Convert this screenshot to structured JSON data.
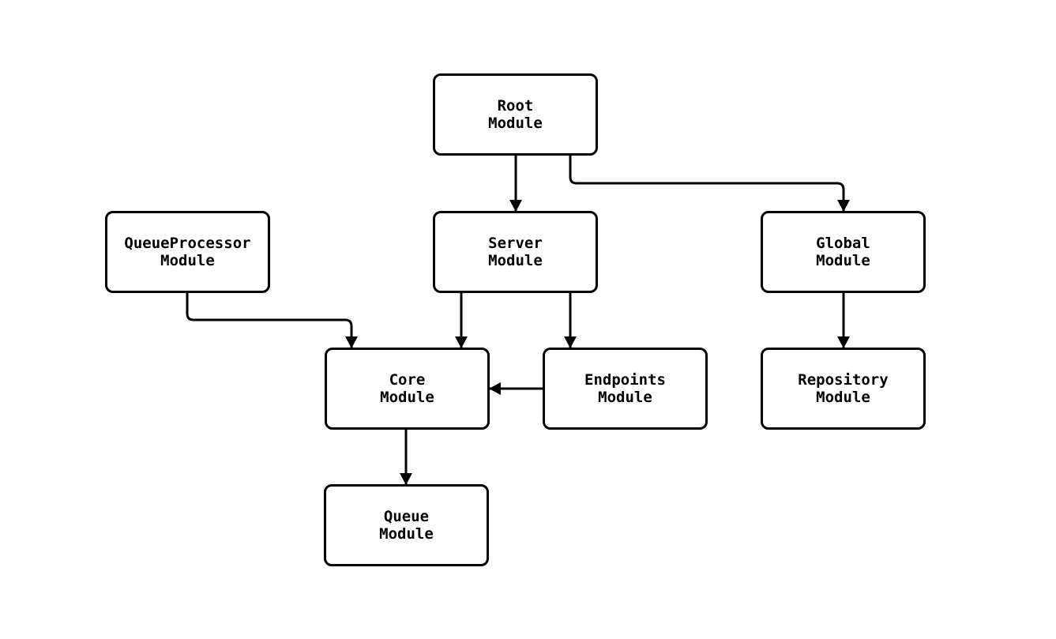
{
  "diagram": {
    "type": "module-dependency-flowchart",
    "background_color": "#ffffff",
    "stroke_color": "#000000",
    "node_fill_color": "#ffffff",
    "nodes": {
      "root": {
        "label": "Root\nModule"
      },
      "queueprocessor": {
        "label": "QueueProcessor\nModule"
      },
      "server": {
        "label": "Server\nModule"
      },
      "global": {
        "label": "Global\nModule"
      },
      "core": {
        "label": "Core\nModule"
      },
      "endpoints": {
        "label": "Endpoints\nModule"
      },
      "repository": {
        "label": "Repository\nModule"
      },
      "queue": {
        "label": "Queue\nModule"
      }
    },
    "edges": [
      {
        "from": "Root Module",
        "to": "Server Module"
      },
      {
        "from": "Root Module",
        "to": "Global Module"
      },
      {
        "from": "QueueProcessor Module",
        "to": "Core Module"
      },
      {
        "from": "Server Module",
        "to": "Core Module"
      },
      {
        "from": "Server Module",
        "to": "Endpoints Module"
      },
      {
        "from": "Global Module",
        "to": "Repository Module"
      },
      {
        "from": "Endpoints Module",
        "to": "Core Module"
      },
      {
        "from": "Core Module",
        "to": "Queue Module"
      }
    ]
  }
}
